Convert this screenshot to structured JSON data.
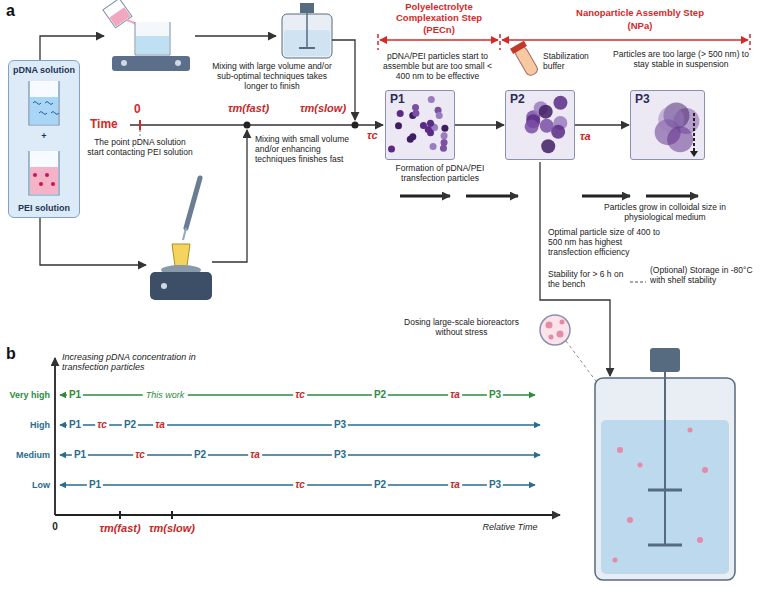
{
  "diagram": {
    "nodes": [
      {
        "text": [
          "pDNA solution",
          "+",
          "PEI solution"
        ]
      },
      {
        "text": [
          "P1"
        ]
      },
      {
        "text": [
          "P2"
        ]
      },
      {
        "text": [
          "P3"
        ]
      }
    ],
    "edges": [
      {
        "from": 1,
        "to": 2,
        "arrow": "to"
      },
      {
        "from": 2,
        "to": 3,
        "arrow": "to"
      }
    ],
    "labels": [
      "a",
      "Polyelectrolyte Complexation Step",
      "(PECn)",
      "Nanoparticle Assembly Step",
      "(NPa)",
      "Stabilization buffer",
      "Particles are too large (> 500 nm) to stay stable in suspension",
      "Time",
      "0",
      "The point pDNA solution start contacting PEI solution",
      "τm(fast)",
      "Mixing with large volume and/or sub-optimal techniques takes longer to finish",
      "τm(slow)",
      "τc",
      "Mixing with small volume and/or enhancing techniques finishes fast",
      "pDNA/PEI particles start to assemble but are too small < 400 nm to be effective",
      "τa",
      "Formation of pDNA/PEI transfection particles",
      "Particles grow in colloidal size in physiological medium",
      "Optimal particle size of 400 to 500 nm has highest transfection efficiency",
      "Stability for > 6 h on the bench",
      "(Optional) Storage in -80°C with shelf stability",
      "Dosing large-scale bioreactors without stress",
      "b",
      "Increasing pDNA concentration in transfection particles",
      "Very high",
      "P1",
      "This work",
      "τc",
      "P2",
      "τa",
      "P3",
      "High",
      "P1",
      "τc",
      "P2",
      "τa",
      "P3",
      "Medium",
      "P1",
      "τc",
      "P2",
      "τa",
      "P3",
      "Low",
      "P1",
      "τc",
      "P2",
      "τa",
      "P3",
      "0",
      "τm(fast)",
      "τm(slow)",
      "Relative Time"
    ]
  }
}
